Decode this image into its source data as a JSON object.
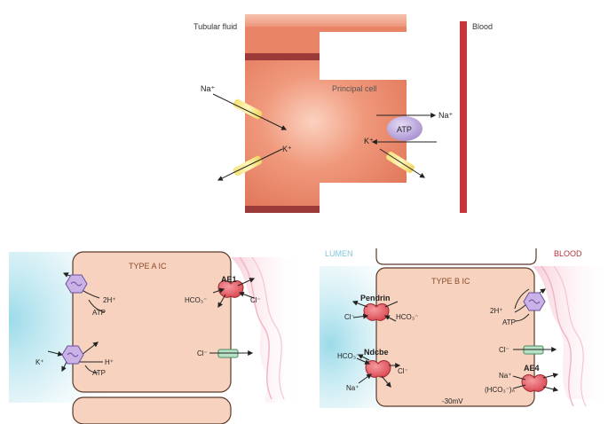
{
  "top_panel": {
    "tubular_fluid": "Tubular fluid",
    "blood": "Blood",
    "principal_cell": "Principal cell",
    "na_in": "Na⁺",
    "k_out": "K⁺",
    "na_out": "Na⁺",
    "k_in": "K⁺",
    "atp": "ATP"
  },
  "type_a": {
    "title": "TYPE A IC",
    "h_pump_h": "2H⁺",
    "h_pump_atp": "ATP",
    "hk_k": "K⁺",
    "hk_h": "H⁺",
    "hk_atp": "ATP",
    "ae1_name": "AE1",
    "ae1_hco3": "HCO₃⁻",
    "ae1_cl": "Cl⁻",
    "cl_channel": "Cl⁻"
  },
  "type_b": {
    "lumen": "LUMEN",
    "blood": "BLOOD",
    "title": "TYPE B IC",
    "pendrin_name": "Pendrin",
    "pendrin_cl": "Cl⁻",
    "pendrin_hco3": "HCO₃⁻",
    "ndcbe_name": "Ndcbe",
    "ndcbe_hco3": "HCO₃⁻",
    "ndcbe_cl": "Cl⁻",
    "ndcbe_na": "Na⁺",
    "h_pump_h": "2H⁺",
    "h_pump_atp": "ATP",
    "cl_channel": "Cl⁻",
    "ae4_name": "AE4",
    "ae4_na": "Na⁺",
    "ae4_hco3": "(HCO₃⁻)ₙ",
    "voltage": "-30mV"
  },
  "colors": {
    "cell_orange": "#e98466",
    "blood_red": "#c8353a",
    "ic_fill": "#f7d3bf",
    "lumen_blue": "#9fdbe8",
    "exchanger_red": "#e5545c",
    "pump_purple": "#c9b3e6",
    "channel_green": "#b7e2c5",
    "title_brown": "#8a4a2a",
    "lumen_label": "#7fc6dc",
    "blood_label": "#b0323f"
  }
}
